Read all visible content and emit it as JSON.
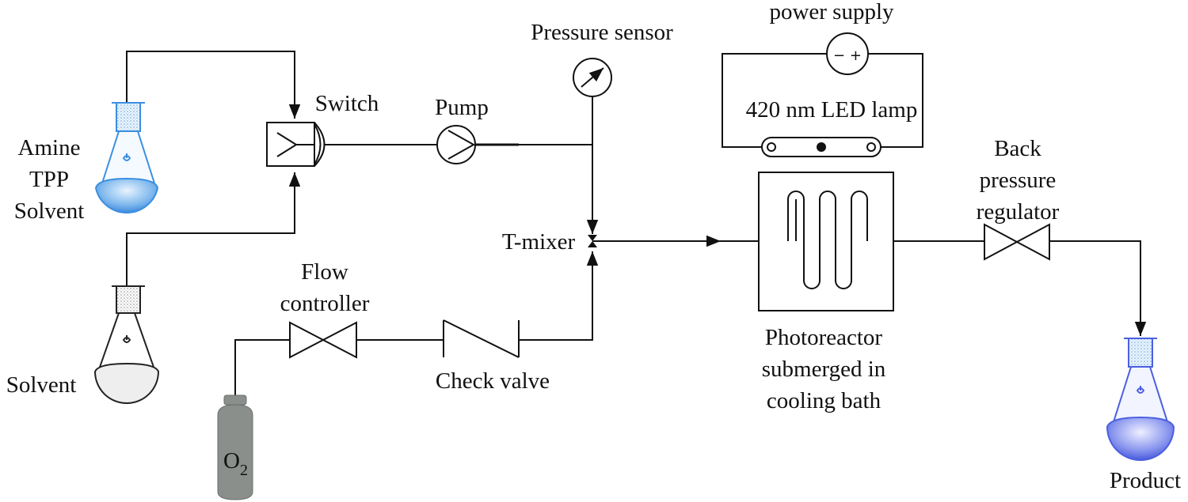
{
  "labels": {
    "amine_line1": "Amine",
    "amine_line2": "TPP",
    "amine_line3": "Solvent",
    "solvent": "Solvent",
    "switch": "Switch",
    "pump": "Pump",
    "pressure_sensor": "Pressure sensor",
    "power_supply": "power supply",
    "power_polarity": "− +",
    "led_lamp": "420 nm LED lamp",
    "back_line1": "Back",
    "back_line2": "pressure",
    "back_line3": "regulator",
    "t_mixer": "T-mixer",
    "flow_line1": "Flow",
    "flow_line2": "controller",
    "check_valve": "Check valve",
    "photo_line1": "Photoreactor",
    "photo_line2": "submerged in",
    "photo_line3": "cooling bath",
    "product": "Product",
    "o2_base": "O",
    "o2_sub": "2"
  },
  "colors": {
    "line": "#111111",
    "flask_blue": "#3a8fe0",
    "flask_blue_light": "#d6ebfb",
    "product_blue": "#4b5fe0",
    "cylinder": "#8a8f8c",
    "solvent_fill": "#eeeeee"
  }
}
